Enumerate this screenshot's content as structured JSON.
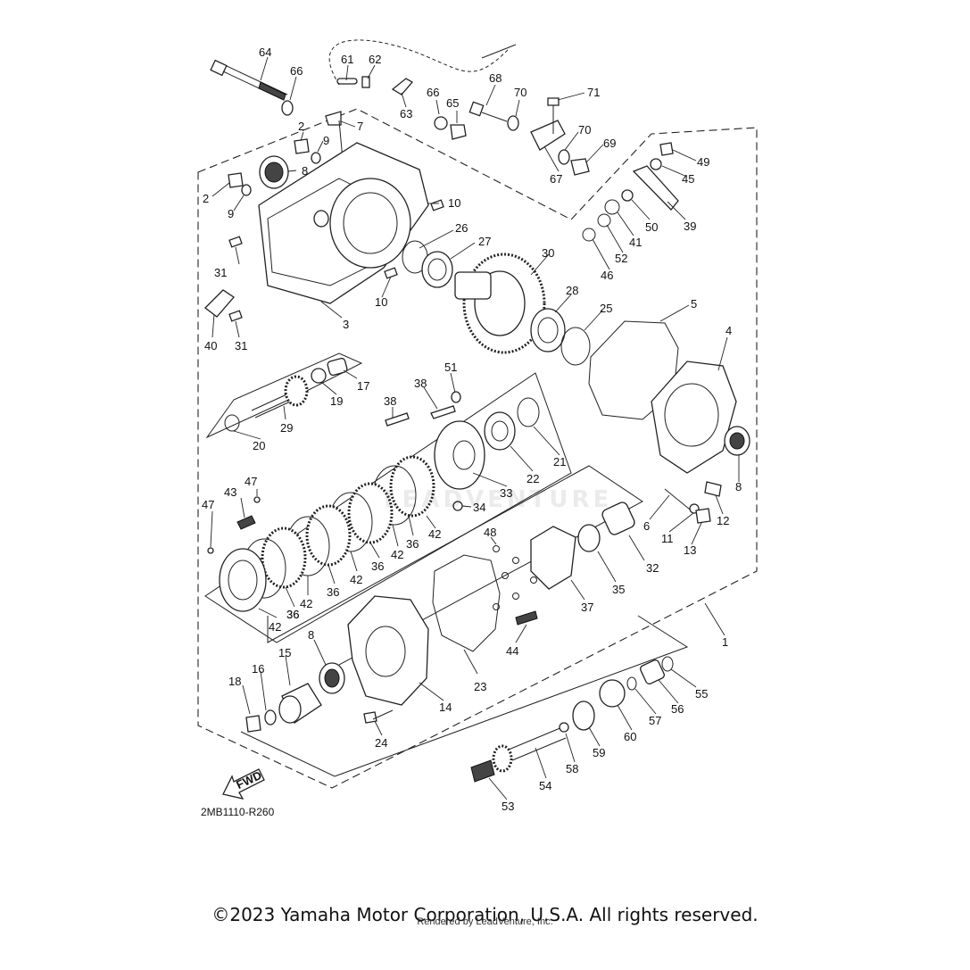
{
  "diagram": {
    "code": "2MB1110-R260",
    "fwd_label": "FWD",
    "watermark": "LEADVENTURE",
    "copyright": "©2023 Yamaha Motor Corporation, U.S.A. All rights reserved.",
    "rendered_by": "Rendered by LeadVenture, Inc."
  },
  "callouts": [
    {
      "id": "64",
      "text": "64"
    },
    {
      "id": "66a",
      "text": "66"
    },
    {
      "id": "61",
      "text": "61"
    },
    {
      "id": "62",
      "text": "62"
    },
    {
      "id": "63",
      "text": "63"
    },
    {
      "id": "66b",
      "text": "66"
    },
    {
      "id": "65",
      "text": "65"
    },
    {
      "id": "68",
      "text": "68"
    },
    {
      "id": "70a",
      "text": "70"
    },
    {
      "id": "71",
      "text": "71"
    },
    {
      "id": "7",
      "text": "7"
    },
    {
      "id": "2a",
      "text": "2"
    },
    {
      "id": "9a",
      "text": "9"
    },
    {
      "id": "8a",
      "text": "8"
    },
    {
      "id": "2b",
      "text": "2"
    },
    {
      "id": "9b",
      "text": "9"
    },
    {
      "id": "70b",
      "text": "70"
    },
    {
      "id": "69",
      "text": "69"
    },
    {
      "id": "67",
      "text": "67"
    },
    {
      "id": "49",
      "text": "49"
    },
    {
      "id": "45",
      "text": "45"
    },
    {
      "id": "10a",
      "text": "10"
    },
    {
      "id": "26",
      "text": "26"
    },
    {
      "id": "27",
      "text": "27"
    },
    {
      "id": "39",
      "text": "39"
    },
    {
      "id": "50",
      "text": "50"
    },
    {
      "id": "41",
      "text": "41"
    },
    {
      "id": "52",
      "text": "52"
    },
    {
      "id": "46",
      "text": "46"
    },
    {
      "id": "30",
      "text": "30"
    },
    {
      "id": "31a",
      "text": "31"
    },
    {
      "id": "10b",
      "text": "10"
    },
    {
      "id": "28",
      "text": "28"
    },
    {
      "id": "5",
      "text": "5"
    },
    {
      "id": "25",
      "text": "25"
    },
    {
      "id": "3",
      "text": "3"
    },
    {
      "id": "40",
      "text": "40"
    },
    {
      "id": "31b",
      "text": "31"
    },
    {
      "id": "4",
      "text": "4"
    },
    {
      "id": "17",
      "text": "17"
    },
    {
      "id": "51",
      "text": "51"
    },
    {
      "id": "38a",
      "text": "38"
    },
    {
      "id": "19",
      "text": "19"
    },
    {
      "id": "38b",
      "text": "38"
    },
    {
      "id": "29",
      "text": "29"
    },
    {
      "id": "20",
      "text": "20"
    },
    {
      "id": "21",
      "text": "21"
    },
    {
      "id": "22",
      "text": "22"
    },
    {
      "id": "33",
      "text": "33"
    },
    {
      "id": "8b",
      "text": "8"
    },
    {
      "id": "47a",
      "text": "47"
    },
    {
      "id": "43",
      "text": "43"
    },
    {
      "id": "34",
      "text": "34"
    },
    {
      "id": "12",
      "text": "12"
    },
    {
      "id": "47b",
      "text": "47"
    },
    {
      "id": "6",
      "text": "6"
    },
    {
      "id": "11",
      "text": "11"
    },
    {
      "id": "13",
      "text": "13"
    },
    {
      "id": "48",
      "text": "48"
    },
    {
      "id": "42a",
      "text": "42"
    },
    {
      "id": "36a",
      "text": "36"
    },
    {
      "id": "42b",
      "text": "42"
    },
    {
      "id": "36b",
      "text": "36"
    },
    {
      "id": "32",
      "text": "32"
    },
    {
      "id": "36c",
      "text": "36"
    },
    {
      "id": "42c",
      "text": "42"
    },
    {
      "id": "36d",
      "text": "36"
    },
    {
      "id": "42d",
      "text": "42"
    },
    {
      "id": "35",
      "text": "35"
    },
    {
      "id": "36e",
      "text": "36"
    },
    {
      "id": "37",
      "text": "37"
    },
    {
      "id": "42e",
      "text": "42"
    },
    {
      "id": "44",
      "text": "44"
    },
    {
      "id": "1",
      "text": "1"
    },
    {
      "id": "8c",
      "text": "8"
    },
    {
      "id": "15",
      "text": "15"
    },
    {
      "id": "16",
      "text": "16"
    },
    {
      "id": "23",
      "text": "23"
    },
    {
      "id": "18",
      "text": "18"
    },
    {
      "id": "55",
      "text": "55"
    },
    {
      "id": "56",
      "text": "56"
    },
    {
      "id": "57",
      "text": "57"
    },
    {
      "id": "14",
      "text": "14"
    },
    {
      "id": "60",
      "text": "60"
    },
    {
      "id": "24",
      "text": "24"
    },
    {
      "id": "59",
      "text": "59"
    },
    {
      "id": "58",
      "text": "58"
    },
    {
      "id": "54",
      "text": "54"
    },
    {
      "id": "53",
      "text": "53"
    }
  ]
}
